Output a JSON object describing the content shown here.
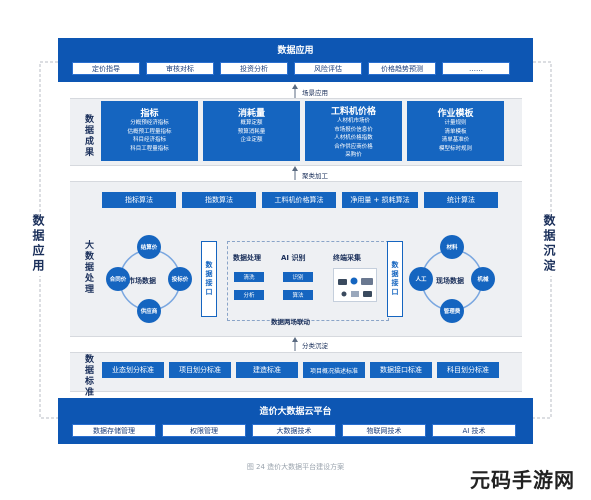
{
  "top": {
    "title": "数据应用",
    "items": [
      "定价指导",
      "审核对标",
      "投资分析",
      "风险评估",
      "价格趋势预测",
      "……"
    ]
  },
  "flows": {
    "scene_app": "场景应用",
    "cluster": "聚类加工",
    "classify": "分类沉淀"
  },
  "results": {
    "label": "数据成果",
    "cards": [
      {
        "title": "指标",
        "lines": [
          "分概预经济指标",
          "估概预工程量指标",
          "科目经济指标",
          "科目工程量指标"
        ]
      },
      {
        "title": "消耗量",
        "lines": [
          "概算定额",
          "预算消耗量",
          "企业定额"
        ]
      },
      {
        "title": "工料机价格",
        "lines": [
          "人材机市场价",
          "市场报价信息价",
          "人材机价格指数",
          "合作供应商价格",
          "采购价"
        ]
      },
      {
        "title": "作业模板",
        "lines": [
          "计量规则",
          "清单模板",
          "清单基准价",
          "模型标时规则"
        ]
      }
    ]
  },
  "bigdata": {
    "label": "大数据处理",
    "algorithms": [
      "指标算法",
      "指数算法",
      "工料机价格算法",
      "净用量 + 损耗算法",
      "统计算法"
    ],
    "left_cycle": {
      "center": "市场数据",
      "nodes": [
        "结算价",
        "投标价",
        "供应商",
        "合同价"
      ]
    },
    "right_cycle": {
      "center": "现场数据",
      "nodes": [
        "材料",
        "机械",
        "管理费",
        "人工"
      ]
    },
    "interface": "数据接口",
    "processing": {
      "title": "数据处理",
      "items": [
        "清洗",
        "分析"
      ]
    },
    "ai": {
      "title": "AI 识别",
      "items": [
        "识别",
        "算法"
      ]
    },
    "terminal": {
      "title": "终端采集"
    },
    "link": "数据两场联动"
  },
  "standards": {
    "label": "数据标准",
    "items": [
      "业态划分标准",
      "项目划分标准",
      "建造标准",
      "项目概况描述标准",
      "数据接口标准",
      "科目划分标准"
    ]
  },
  "cloud": {
    "title": "造价大数据云平台",
    "items": [
      "数据存储管理",
      "权限管理",
      "大数据技术",
      "物联网技术",
      "AI 技术"
    ]
  },
  "left_side": "数据应用",
  "right_side": "数据沉淀",
  "caption": "图 24 造价大数据平台建设方案",
  "watermark": "元码手游网",
  "colors": {
    "primary": "#1565c0",
    "band": "#eef0f3"
  }
}
